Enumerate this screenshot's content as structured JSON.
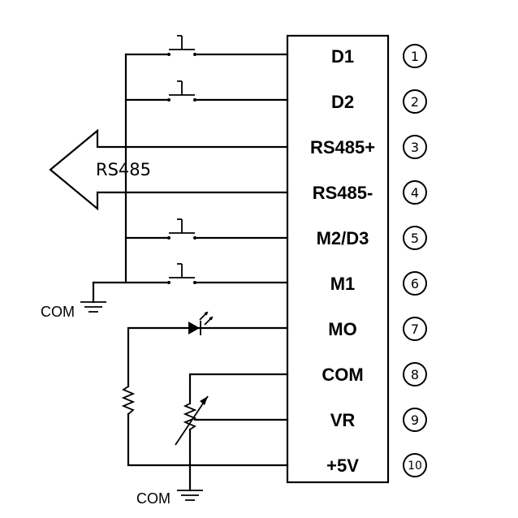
{
  "terminal_block": {
    "pins": [
      {
        "number": "1",
        "label": "D1"
      },
      {
        "number": "2",
        "label": "D2"
      },
      {
        "number": "3",
        "label": "RS485+"
      },
      {
        "number": "4",
        "label": "RS485-"
      },
      {
        "number": "5",
        "label": "M2/D3"
      },
      {
        "number": "6",
        "label": "M1"
      },
      {
        "number": "7",
        "label": "MO"
      },
      {
        "number": "8",
        "label": "COM"
      },
      {
        "number": "9",
        "label": "VR"
      },
      {
        "number": "10",
        "label": "+5V"
      }
    ]
  },
  "bus": {
    "label": "RS485"
  },
  "ground_labels": {
    "upper": "COM",
    "lower": "COM"
  }
}
